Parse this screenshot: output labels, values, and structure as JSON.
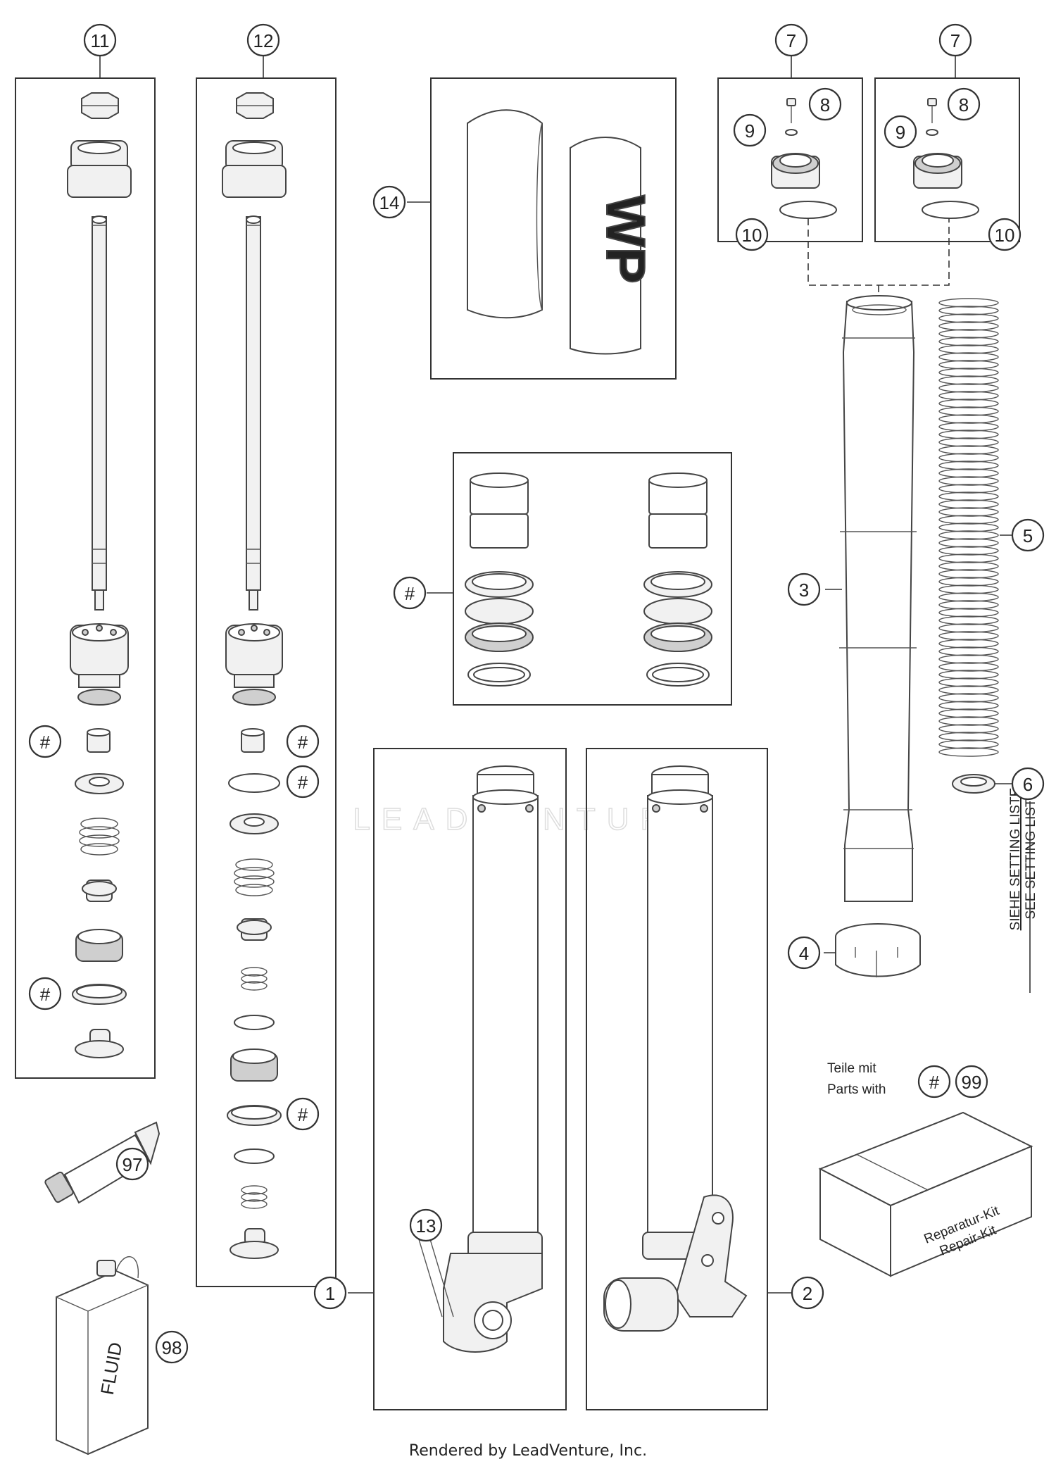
{
  "diagram": {
    "callouts": {
      "c1": "1",
      "c2": "2",
      "c3": "3",
      "c4": "4",
      "c5": "5",
      "c6": "6",
      "c7a": "7",
      "c7b": "7",
      "c8a": "8",
      "c8b": "8",
      "c9a": "9",
      "c9b": "9",
      "c10a": "10",
      "c10b": "10",
      "c11": "11",
      "c12": "12",
      "c13": "13",
      "c14": "14",
      "c97": "97",
      "c98": "98",
      "c99": "99",
      "h1": "#",
      "h2": "#",
      "h3": "#",
      "h4": "#",
      "h5": "#",
      "h6": "#",
      "h7": "#"
    },
    "kit_note": {
      "line1": "Teile mit",
      "line2": "Parts with"
    },
    "kit_box": {
      "line1": "Reparatur-Kit",
      "line2": "Repair-Kit"
    },
    "setting_note": {
      "line1": "SIEHE SETTING LISTE",
      "line2": "SEE SETTING LIST"
    },
    "fluid_label": "FLUID",
    "guard_logo": "WP",
    "watermark": "LEADVENTURE"
  },
  "footer": {
    "text": "Rendered by LeadVenture, Inc."
  }
}
